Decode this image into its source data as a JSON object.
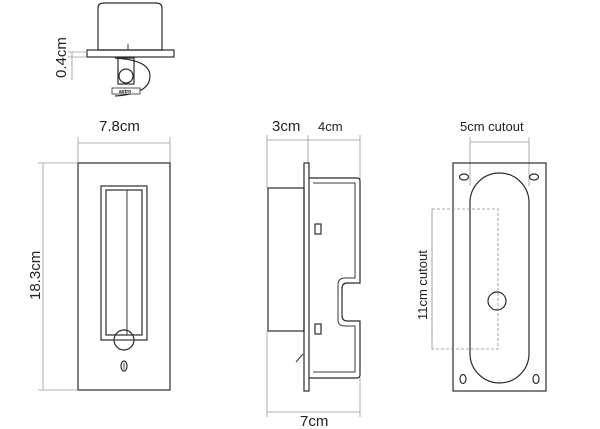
{
  "top_view": {
    "height_label": "0.4cm",
    "logo_text": "astro"
  },
  "front_view": {
    "width_label": "7.8cm",
    "height_label": "18.3cm"
  },
  "side_view": {
    "plate_label": "3cm",
    "body_label": "4cm",
    "total_label": "7cm"
  },
  "back_view": {
    "cutout_width_label": "5cm cutout",
    "cutout_height_label": "11cm cutout"
  }
}
